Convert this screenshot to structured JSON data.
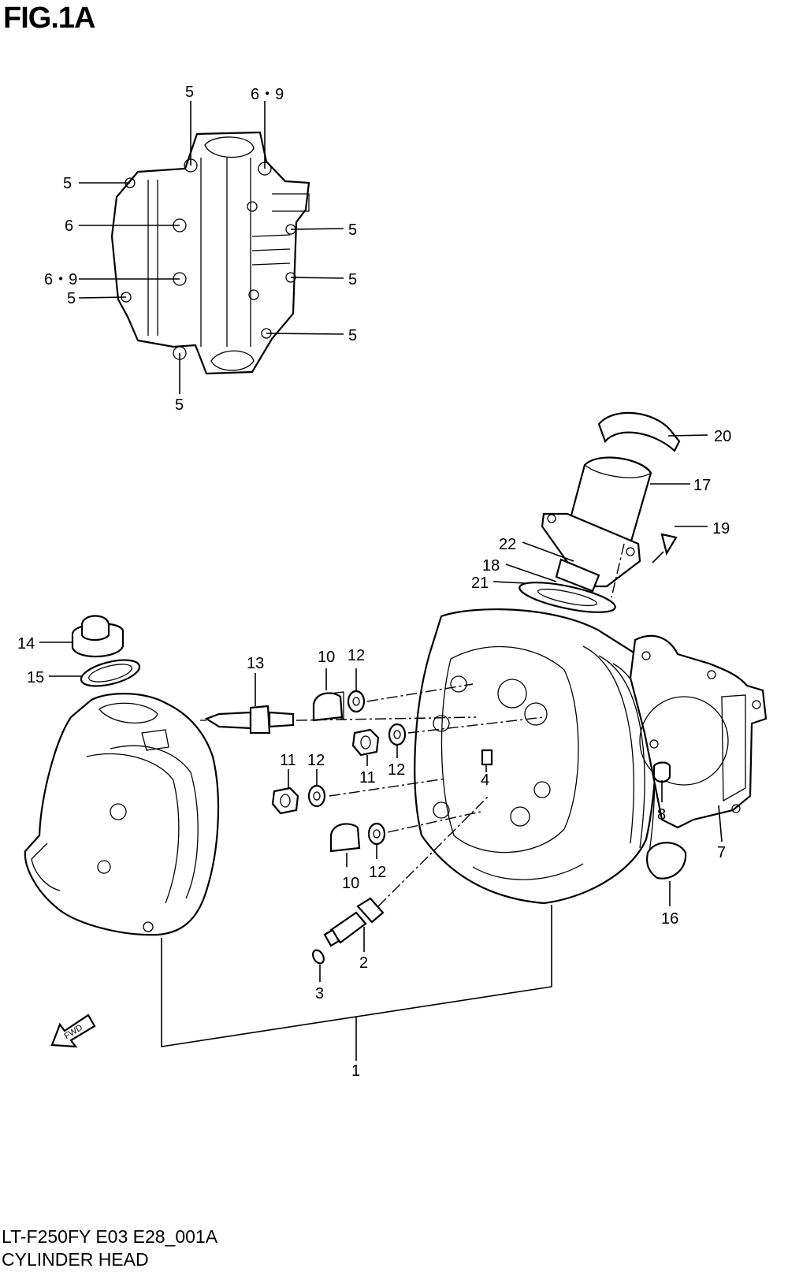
{
  "figure": {
    "title": "FIG.1A"
  },
  "footer": {
    "model_code": "LT-F250FY E03 E28_001A",
    "name": "CYLINDER HEAD"
  },
  "fwd_label": "FWD",
  "callouts": {
    "inset_top_5": "5",
    "inset_top_69": "6・9",
    "inset_left_5a": "5",
    "inset_left_6": "6",
    "inset_left_69": "6・9",
    "inset_left_5b": "5",
    "inset_right_5a": "5",
    "inset_right_5b": "5",
    "inset_right_5c": "5",
    "inset_bottom_5": "5",
    "p20": "20",
    "p17": "17",
    "p19": "19",
    "p22": "22",
    "p18": "18",
    "p21": "21",
    "p14": "14",
    "p15": "15",
    "p13": "13",
    "p10a": "10",
    "p12a": "12",
    "p11a": "11",
    "p12b": "12",
    "p4": "4",
    "p11b": "11",
    "p12c": "12",
    "p8": "8",
    "p7": "7",
    "p10b": "10",
    "p12d": "12",
    "p16": "16",
    "p2": "2",
    "p3": "3",
    "p1": "1"
  }
}
